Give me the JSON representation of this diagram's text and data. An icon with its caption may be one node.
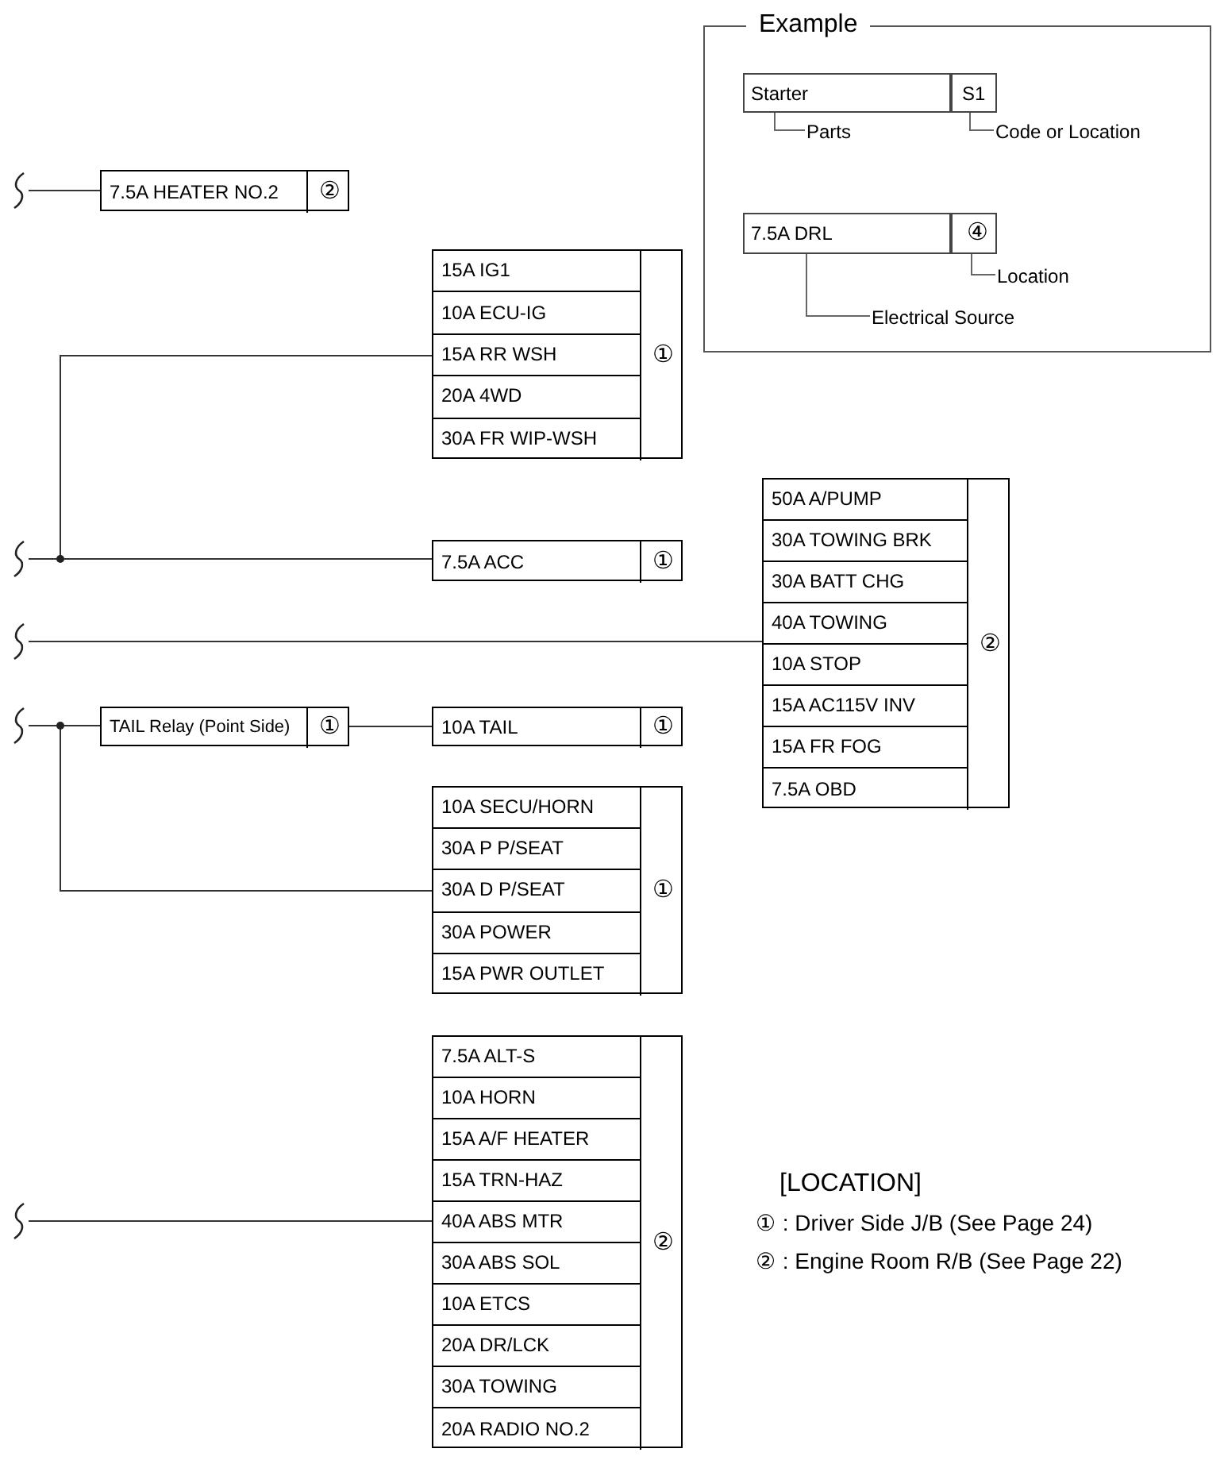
{
  "diagram": {
    "nodes": [
      {
        "text": [
          "Example"
        ]
      },
      {
        "text": [
          "Starter"
        ],
        "in": 0
      },
      {
        "text": [
          "S1"
        ],
        "in": 0
      },
      {
        "text": [
          "Parts"
        ],
        "in": 0
      },
      {
        "text": [
          "Code or Location"
        ],
        "in": 0
      },
      {
        "text": [
          "7.5A DRL"
        ],
        "in": 0
      },
      {
        "text": [
          "④"
        ],
        "in": 0
      },
      {
        "text": [
          "Location"
        ],
        "in": 0
      },
      {
        "text": [
          "Electrical Source"
        ],
        "in": 0
      },
      {
        "text": [],
        "shape": "break"
      },
      {
        "text": [],
        "shape": "box"
      },
      {
        "text": [
          "7.5A HEATER NO.2"
        ],
        "in": 10
      },
      {
        "text": [
          "②"
        ],
        "in": 10
      },
      {
        "text": [],
        "shape": "box"
      },
      {
        "text": [
          "15A IG1"
        ],
        "in": 13
      },
      {
        "text": [
          "10A ECU-IG"
        ],
        "in": 13
      },
      {
        "text": [
          "15A RR WSH"
        ],
        "in": 13
      },
      {
        "text": [
          "20A 4WD"
        ],
        "in": 13
      },
      {
        "text": [
          "30A FR WIP-WSH"
        ],
        "in": 13
      },
      {
        "text": [
          "①"
        ],
        "in": 13
      },
      {
        "text": [],
        "shape": "break"
      },
      {
        "text": [],
        "shape": "box"
      },
      {
        "text": [
          "7.5A ACC"
        ],
        "in": 21
      },
      {
        "text": [
          "①"
        ],
        "in": 21
      },
      {
        "text": [],
        "shape": "box"
      },
      {
        "text": [
          "50A A/PUMP"
        ],
        "in": 24
      },
      {
        "text": [
          "30A TOWING BRK"
        ],
        "in": 24
      },
      {
        "text": [
          "30A BATT CHG"
        ],
        "in": 24
      },
      {
        "text": [
          "40A TOWING"
        ],
        "in": 24
      },
      {
        "text": [
          "10A STOP"
        ],
        "in": 24
      },
      {
        "text": [
          "15A AC115V INV"
        ],
        "in": 24
      },
      {
        "text": [
          "15A FR FOG"
        ],
        "in": 24
      },
      {
        "text": [
          "7.5A OBD"
        ],
        "in": 24
      },
      {
        "text": [
          "②"
        ],
        "in": 24
      },
      {
        "text": [],
        "shape": "break"
      },
      {
        "text": [],
        "shape": "break"
      },
      {
        "text": [],
        "shape": "box"
      },
      {
        "text": [
          "TAIL Relay (Point Side)"
        ],
        "in": 36
      },
      {
        "text": [
          "①"
        ],
        "in": 36
      },
      {
        "text": [],
        "shape": "box"
      },
      {
        "text": [
          "10A TAIL"
        ],
        "in": 39
      },
      {
        "text": [
          "①"
        ],
        "in": 39
      },
      {
        "text": [],
        "shape": "box"
      },
      {
        "text": [
          "10A SECU/HORN"
        ],
        "in": 42
      },
      {
        "text": [
          "30A P P/SEAT"
        ],
        "in": 42
      },
      {
        "text": [
          "30A D P/SEAT"
        ],
        "in": 42
      },
      {
        "text": [
          "30A POWER"
        ],
        "in": 42
      },
      {
        "text": [
          "15A PWR OUTLET"
        ],
        "in": 42
      },
      {
        "text": [
          "①"
        ],
        "in": 42
      },
      {
        "text": [],
        "shape": "box"
      },
      {
        "text": [
          "7.5A ALT-S"
        ],
        "in": 49
      },
      {
        "text": [
          "10A HORN"
        ],
        "in": 49
      },
      {
        "text": [
          "15A A/F HEATER"
        ],
        "in": 49
      },
      {
        "text": [
          "15A TRN-HAZ"
        ],
        "in": 49
      },
      {
        "text": [
          "40A ABS MTR"
        ],
        "in": 49
      },
      {
        "text": [
          "30A ABS SOL"
        ],
        "in": 49
      },
      {
        "text": [
          "10A ETCS"
        ],
        "in": 49
      },
      {
        "text": [
          "20A DR/LCK"
        ],
        "in": 49
      },
      {
        "text": [
          "30A TOWING"
        ],
        "in": 49
      },
      {
        "text": [
          "20A RADIO NO.2"
        ],
        "in": 49
      },
      {
        "text": [
          "②"
        ],
        "in": 49
      },
      {
        "text": [],
        "shape": "break"
      }
    ],
    "edges": [
      {
        "from": 3,
        "to": 1,
        "arrow": "none"
      },
      {
        "from": 4,
        "to": 2,
        "arrow": "none"
      },
      {
        "from": 7,
        "to": 6,
        "arrow": "none"
      },
      {
        "from": 8,
        "to": 5,
        "arrow": "none"
      },
      {
        "from": 9,
        "to": 10,
        "arrow": "none"
      },
      {
        "from": 20,
        "to": 21,
        "arrow": "none"
      },
      {
        "from": 20,
        "to": 16,
        "arrow": "none"
      },
      {
        "from": 34,
        "to": 24,
        "arrow": "none"
      },
      {
        "from": 35,
        "to": 36,
        "arrow": "none"
      },
      {
        "from": 36,
        "to": 39,
        "arrow": "none"
      },
      {
        "from": 35,
        "to": 45,
        "arrow": "none"
      },
      {
        "from": 61,
        "to": 54,
        "arrow": "none"
      }
    ],
    "labels": [
      "[LOCATION]",
      "① : Driver Side J/B (See Page 24)",
      "② : Engine Room R/B (See Page 22)"
    ]
  }
}
